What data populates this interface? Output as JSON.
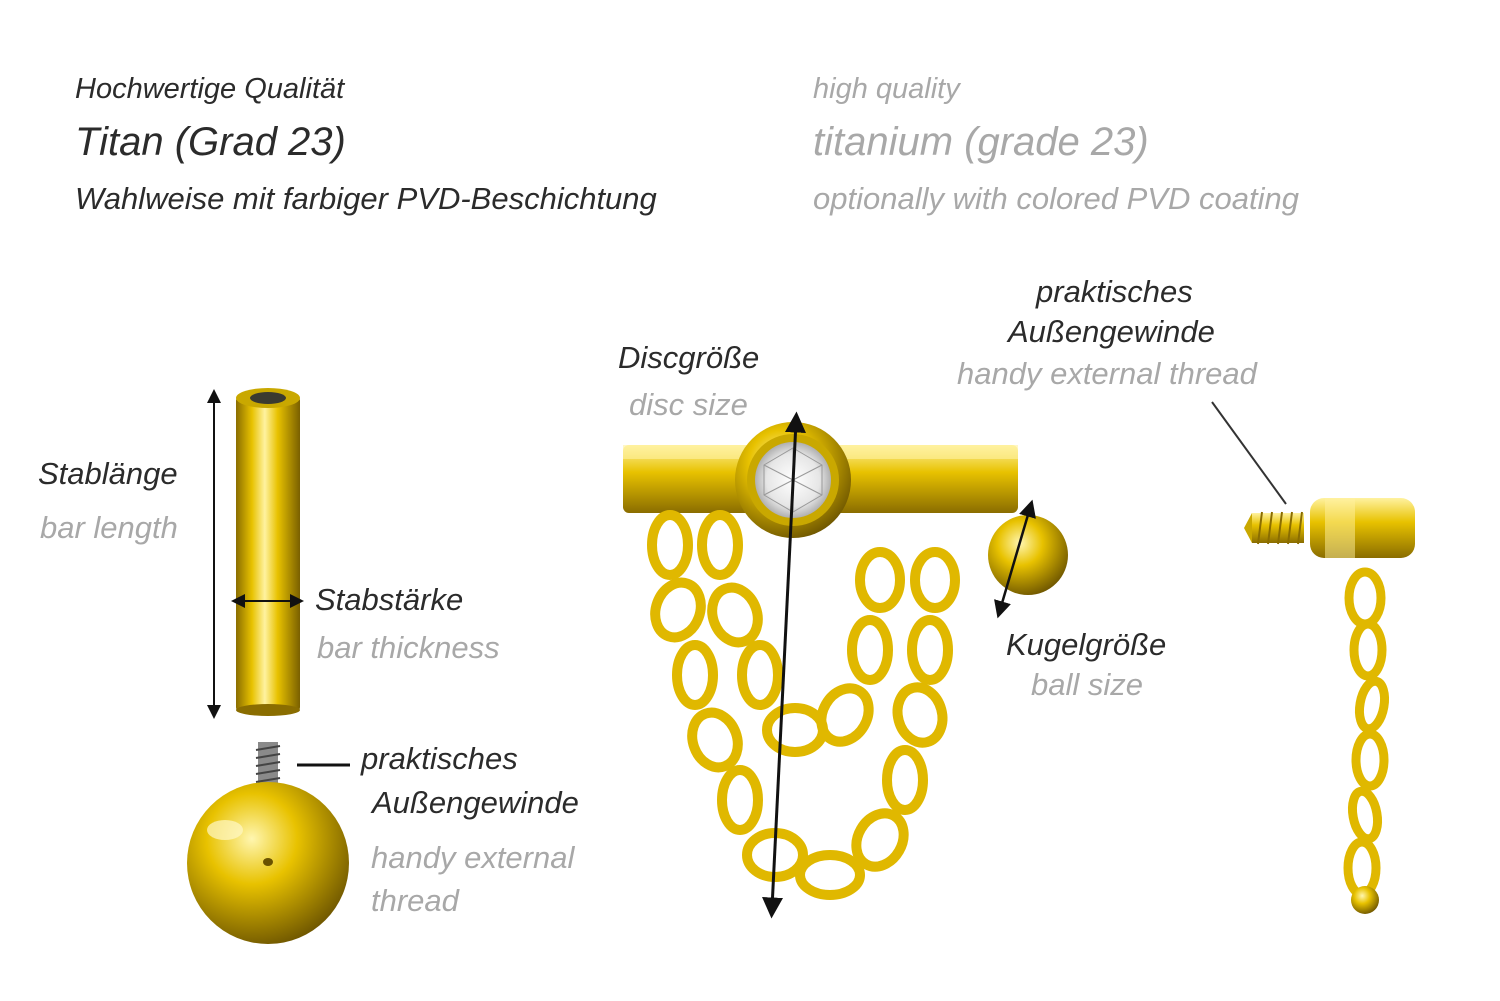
{
  "header": {
    "de": {
      "quality": "Hochwertige Qualität",
      "material": "Titan (Grad 23)",
      "coating": "Wahlweise mit farbiger PVD-Beschichtung"
    },
    "en": {
      "quality": "high quality",
      "material": "titanium (grade 23)",
      "coating": "optionally with colored PVD coating"
    }
  },
  "labels": {
    "bar_length": {
      "de": "Stablänge",
      "en": "bar length"
    },
    "bar_thickness": {
      "de": "Stabstärke",
      "en": "bar thickness"
    },
    "thread_ball": {
      "de_line1": "praktisches",
      "de_line2": "Außengewinde",
      "en_line1": "handy external",
      "en_line2": "thread"
    },
    "disc_size": {
      "de": "Discgröße",
      "en": "disc size"
    },
    "ball_size": {
      "de": "Kugelgröße",
      "en": "ball size"
    },
    "thread_side": {
      "de_line1": "praktisches",
      "de_line2": "Außengewinde",
      "en": "handy external thread"
    }
  },
  "colors": {
    "gold": "#e8c200",
    "gold_light": "#fff2a0",
    "gold_dark": "#8a6d00",
    "de_text": "#2b2b2b",
    "en_text": "#a8a8a8"
  }
}
